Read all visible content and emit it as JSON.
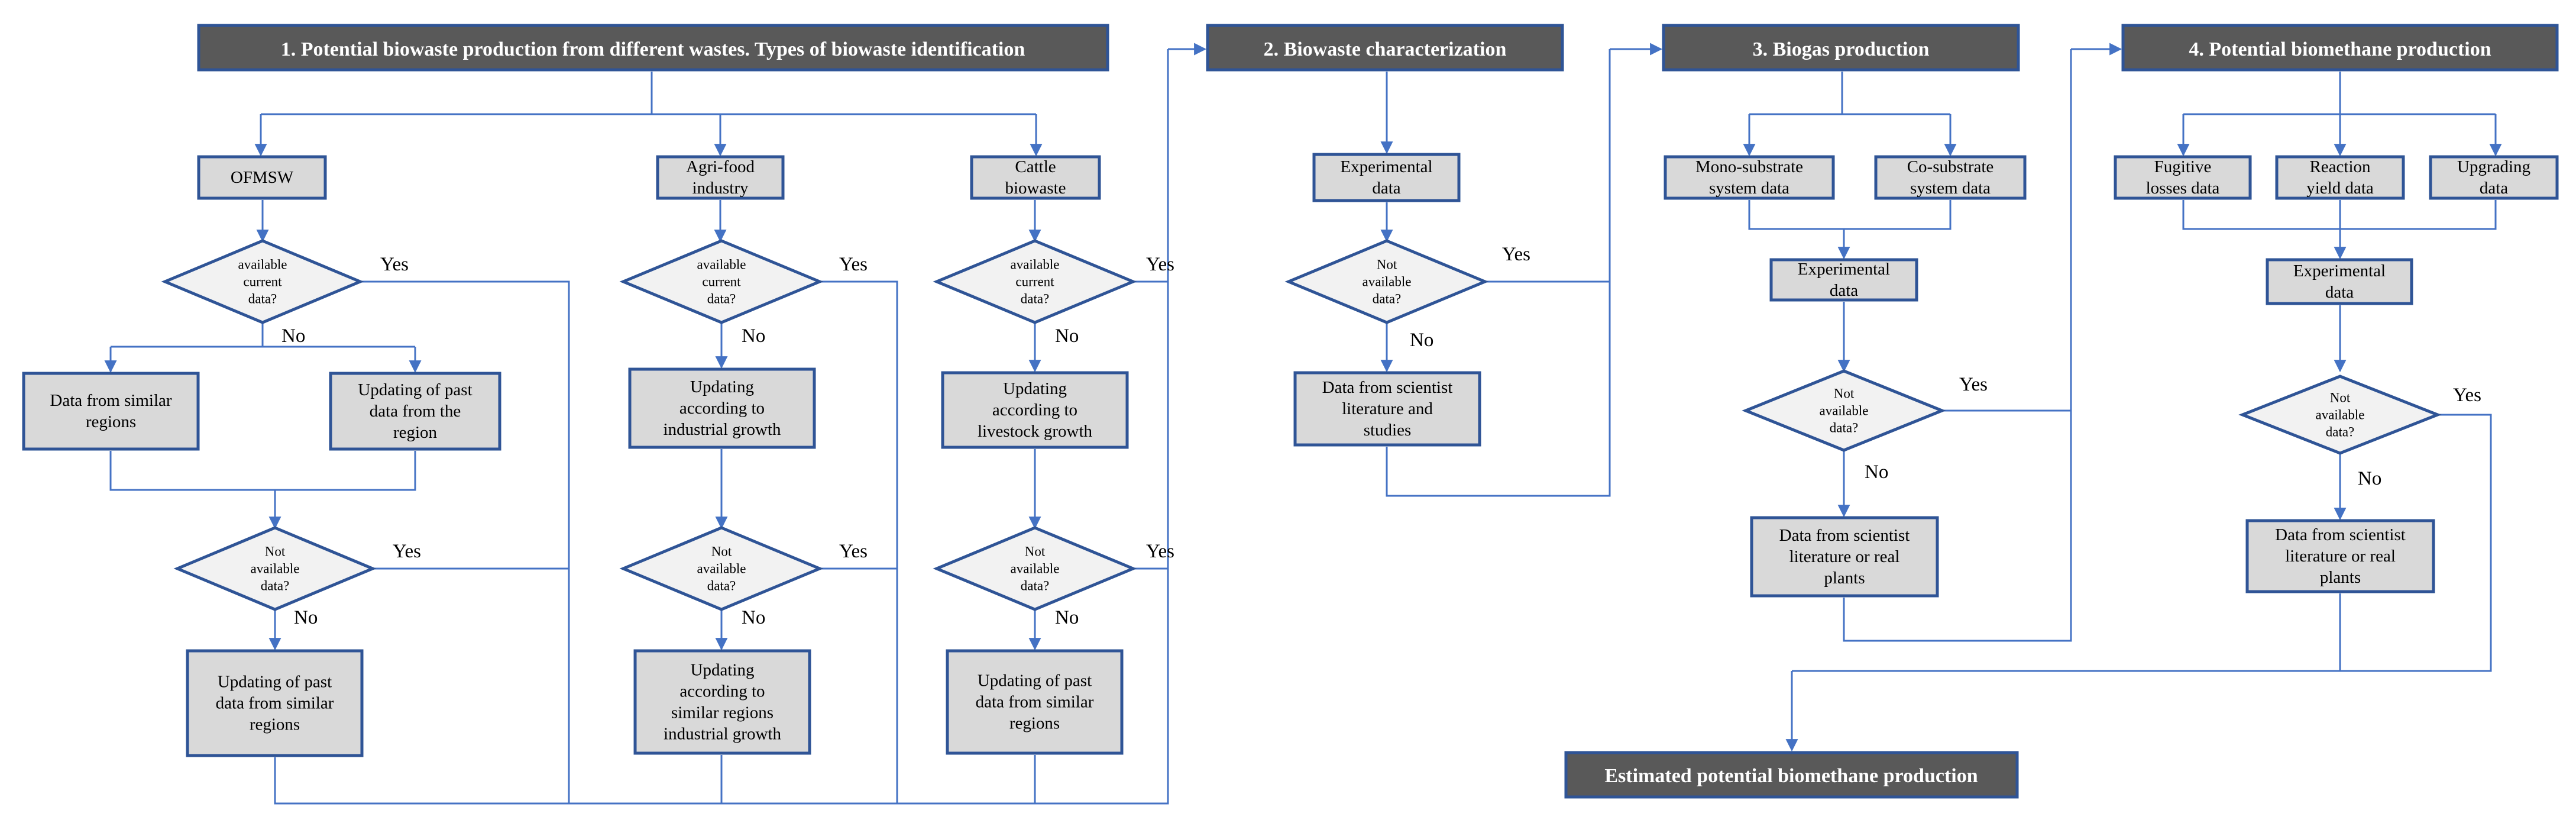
{
  "colors": {
    "header_fill": "#595959",
    "box_fill": "#D9D9D9",
    "diamond_fill": "#F2F2F2",
    "border": "#2F5496",
    "connector": "#4472C4"
  },
  "headers": {
    "h1": "1. Potential biowaste production from different wastes. Types of biowaste identification",
    "h2": "2. Biowaste characterization",
    "h3": "3. Biogas production",
    "h4": "4. Potential biomethane production",
    "final": "Estimated  potential biomethane production"
  },
  "boxes": {
    "ofmsw": [
      "OFMSW"
    ],
    "agri": [
      "Agri-food",
      "industry"
    ],
    "cattle": [
      "Cattle",
      "biowaste"
    ],
    "similar_regions": [
      "Data from similar",
      "regions"
    ],
    "past_region": [
      "Updating of past",
      "data from the",
      "region"
    ],
    "ofmsw_update": [
      "Updating of past",
      "data from similar",
      "regions"
    ],
    "agri_growth": [
      "Updating",
      "according to",
      "industrial growth"
    ],
    "agri_update": [
      "Updating",
      "according to",
      "similar regions",
      "industrial growth"
    ],
    "cattle_growth": [
      "Updating",
      "according to",
      "livestock growth"
    ],
    "cattle_update": [
      "Updating of past",
      "data from similar",
      "regions"
    ],
    "exp2": [
      "Experimental",
      "data"
    ],
    "lit2": [
      "Data from scientist",
      "literature and",
      "studies"
    ],
    "mono": [
      "Mono-substrate",
      "system data"
    ],
    "co": [
      "Co-substrate",
      "system data"
    ],
    "exp3": [
      "Experimental",
      "data"
    ],
    "lit3": [
      "Data from scientist",
      "literature or real",
      "plants"
    ],
    "fugitive": [
      "Fugitive",
      "losses data"
    ],
    "reaction": [
      "Reaction",
      "yield data"
    ],
    "upgrading": [
      "Upgrading",
      "data"
    ],
    "exp4": [
      "Experimental",
      "data"
    ],
    "lit4": [
      "Data from scientist",
      "literature or real",
      "plants"
    ]
  },
  "diamonds": {
    "d_ofmsw_avail": [
      "available",
      "current",
      "data?"
    ],
    "d_ofmsw_not": [
      "Not",
      "available",
      "data?"
    ],
    "d_agri_avail": [
      "available",
      "current",
      "data?"
    ],
    "d_agri_not": [
      "Not",
      "available",
      "data?"
    ],
    "d_cattle_avail": [
      "available",
      "current",
      "data?"
    ],
    "d_cattle_not": [
      "Not",
      "available",
      "data?"
    ],
    "d2": [
      "Not",
      "available",
      "data?"
    ],
    "d3": [
      "Not",
      "available",
      "data?"
    ],
    "d4": [
      "Not",
      "available",
      "data?"
    ]
  },
  "labels": {
    "yes": "Yes",
    "no": "No"
  }
}
